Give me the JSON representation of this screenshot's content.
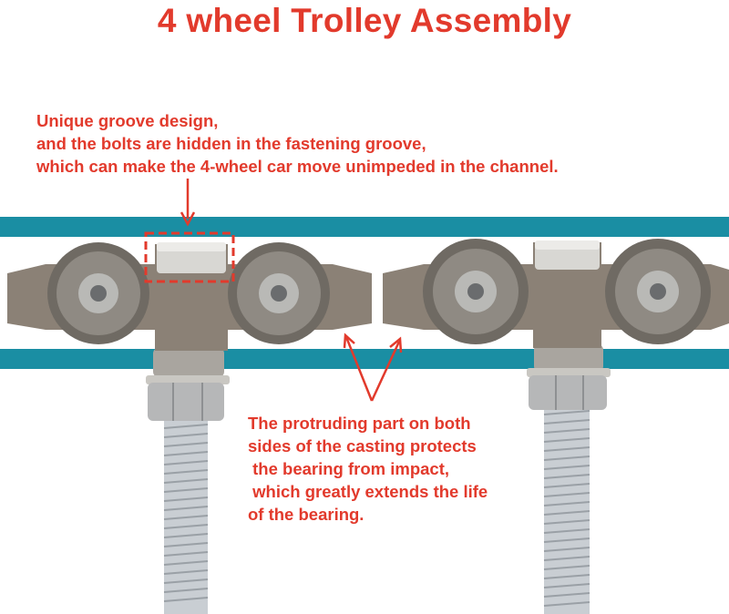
{
  "title": "4 wheel Trolley Assembly",
  "annotations": {
    "top": [
      "Unique groove design,",
      "and the bolts are hidden in the fastening groove,",
      "which can make the 4-wheel car move unimpeded in the channel."
    ],
    "bottom": [
      "The protruding part on both",
      "sides of the casting protects",
      " the bearing from impact,",
      " which greatly extends the life",
      "of the bearing."
    ]
  },
  "colors": {
    "accent_text": "#e23a2c",
    "rail": "#1a8ea3",
    "metal": "#8a7f72",
    "bolt": "#c7ccd1"
  }
}
